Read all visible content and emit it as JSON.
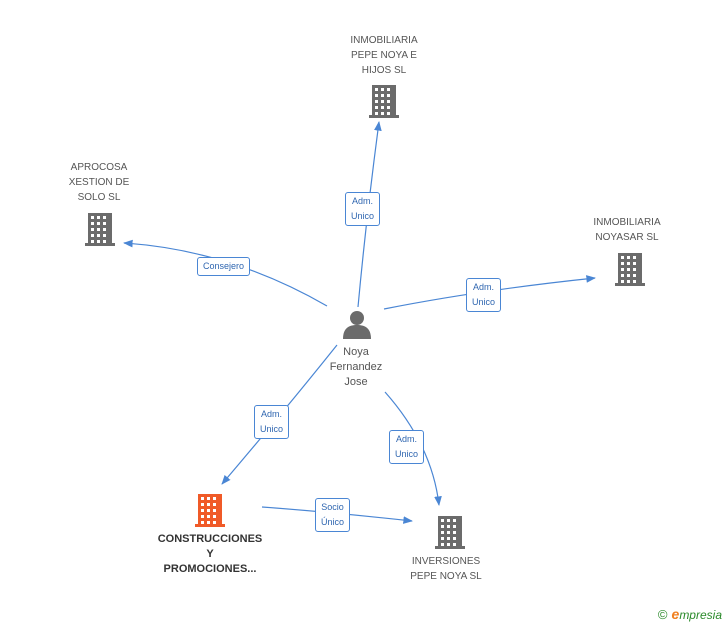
{
  "center": {
    "label": "Noya\nFernandez\nJose"
  },
  "companies": [
    {
      "id": "inmo-pepe",
      "label": "INMOBILIARIA\nPEPE NOYA E\nHIJOS SL",
      "highlight": false
    },
    {
      "id": "aprocosa",
      "label": "APROCOSA\nXESTION DE\nSOLO SL",
      "highlight": false
    },
    {
      "id": "noyasar",
      "label": "INMOBILIARIA\nNOYASAR SL",
      "highlight": false
    },
    {
      "id": "construcciones",
      "label": "CONSTRUCCIONES\nY\nPROMOCIONES...",
      "highlight": true
    },
    {
      "id": "inversiones",
      "label": "INVERSIONES\nPEPE NOYA SL",
      "highlight": false
    }
  ],
  "edges": [
    {
      "from": "center",
      "to": "inmo-pepe",
      "label": "Adm.\nUnico"
    },
    {
      "from": "center",
      "to": "aprocosa",
      "label": "Consejero"
    },
    {
      "from": "center",
      "to": "noyasar",
      "label": "Adm.\nUnico"
    },
    {
      "from": "center",
      "to": "construcciones",
      "label": "Adm.\nUnico"
    },
    {
      "from": "center",
      "to": "inversiones",
      "label": "Adm.\nUnico"
    },
    {
      "from": "construcciones",
      "to": "inversiones",
      "label": "Socio\nÚnico"
    }
  ],
  "colors": {
    "edge": "#4a86d4",
    "building": "#6b6b6b",
    "building_highlight": "#f05a28",
    "person": "#6b6b6b"
  },
  "footer": {
    "copyright": "©",
    "brand_initial": "e",
    "brand_rest": "mpresia"
  }
}
